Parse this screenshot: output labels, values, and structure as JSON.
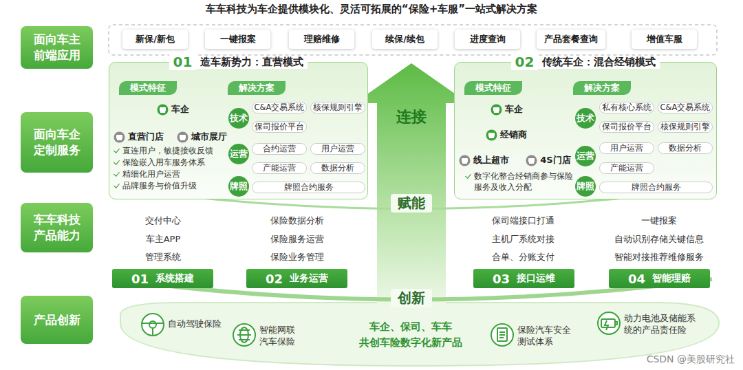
{
  "diagram": {
    "title": "车车科技为车企提供模块化、灵活可拓展的“保险+车服”一站式解决方案",
    "nodes": [
      {
        "text": [
          "面向车主前端应用"
        ]
      },
      {
        "text": [
          "新保/新包"
        ]
      },
      {
        "text": [
          "一键报案"
        ]
      },
      {
        "text": [
          "理赔维修"
        ]
      },
      {
        "text": [
          "续保/续包"
        ]
      },
      {
        "text": [
          "进度查询"
        ]
      },
      {
        "text": [
          "产品套餐查询"
        ]
      },
      {
        "text": [
          "增值车服"
        ]
      },
      {
        "text": [
          "面向车企定制服务"
        ]
      },
      {
        "text": [
          "01",
          "造车新势力：直营模式"
        ]
      },
      {
        "text": [
          "模式特征"
        ],
        "in": 9
      },
      {
        "text": [
          "车企"
        ],
        "in": 9
      },
      {
        "text": [
          "直营门店"
        ],
        "in": 9
      },
      {
        "text": [
          "城市展厅"
        ],
        "in": 9
      },
      {
        "text": [
          "解决方案"
        ],
        "in": 9
      },
      {
        "text": [
          "技术"
        ],
        "in": 9
      },
      {
        "text": [
          "C&A交易系统"
        ],
        "in": 9
      },
      {
        "text": [
          "核保规则引擎"
        ],
        "in": 9
      },
      {
        "text": [
          "保司报价平台"
        ],
        "in": 9
      },
      {
        "text": [
          "运营"
        ],
        "in": 9
      },
      {
        "text": [
          "合约运营"
        ],
        "in": 9
      },
      {
        "text": [
          "用户运营"
        ],
        "in": 9
      },
      {
        "text": [
          "产能运营"
        ],
        "in": 9
      },
      {
        "text": [
          "数据分析"
        ],
        "in": 9
      },
      {
        "text": [
          "牌照"
        ],
        "in": 9
      },
      {
        "text": [
          "牌照合约服务"
        ],
        "in": 9
      },
      {
        "text": [
          "02",
          "传统车企：混合经销模式"
        ]
      },
      {
        "text": [
          "模式特征"
        ],
        "in": 26
      },
      {
        "text": [
          "车企"
        ],
        "in": 26
      },
      {
        "text": [
          "经销商"
        ],
        "in": 26
      },
      {
        "text": [
          "线上超市"
        ],
        "in": 26
      },
      {
        "text": [
          "4S门店"
        ],
        "in": 26
      },
      {
        "text": [
          "解决方案"
        ],
        "in": 26
      },
      {
        "text": [
          "技术"
        ],
        "in": 26
      },
      {
        "text": [
          "私有核心系统"
        ],
        "in": 26
      },
      {
        "text": [
          "C&A交易系统"
        ],
        "in": 26
      },
      {
        "text": [
          "保司报价平台"
        ],
        "in": 26
      },
      {
        "text": [
          "核保规则引擎"
        ],
        "in": 26
      },
      {
        "text": [
          "运营"
        ],
        "in": 26
      },
      {
        "text": [
          "用户运营"
        ],
        "in": 26
      },
      {
        "text": [
          "数据分析"
        ],
        "in": 26
      },
      {
        "text": [
          "产能运营"
        ],
        "in": 26
      },
      {
        "text": [
          "牌照"
        ],
        "in": 26
      },
      {
        "text": [
          "牌照合约服务"
        ],
        "in": 26
      },
      {
        "text": [
          "车车科技产品能力"
        ]
      },
      {
        "text": [
          "01",
          "系统搭建"
        ]
      },
      {
        "text": [
          "02",
          "业务运营"
        ]
      },
      {
        "text": [
          "03",
          "接口运维"
        ]
      },
      {
        "text": [
          "04",
          "智能理赔"
        ]
      },
      {
        "text": [
          "产品创新"
        ]
      }
    ],
    "edges": [
      {
        "from": 11,
        "to": 12,
        "arrow": "to"
      },
      {
        "from": 11,
        "to": 13,
        "arrow": "to"
      },
      {
        "from": 28,
        "to": 29,
        "arrow": "to"
      },
      {
        "from": 29,
        "to": 30,
        "arrow": "to"
      },
      {
        "from": 29,
        "to": 31,
        "arrow": "to"
      }
    ],
    "labels": [
      "连接",
      "赋能",
      "创新",
      "直连用户，敏捷接收反馈",
      "保险嵌入用车服务体系",
      "精细化用户运营",
      "品牌服务与价值升级",
      "数字化整合经销商参与保险服务及收入分配",
      "交付中心",
      "车主APP",
      "管理系统",
      "保险数据分析",
      "保险服务运营",
      "保险业务管理",
      "保司端接口打通",
      "主机厂系统对接",
      "合单、分账支付",
      "一键报案",
      "自动识别存储关键信息",
      "智能对接推荐维修服务",
      "自动驾驶保险",
      "智能网联汽车保险",
      "车企、保司、车车 共创车险数字化新产品",
      "保险汽车安全测试体系",
      "动力电池及储能系统的产品责任险",
      "CSDN @美股研究社"
    ]
  }
}
